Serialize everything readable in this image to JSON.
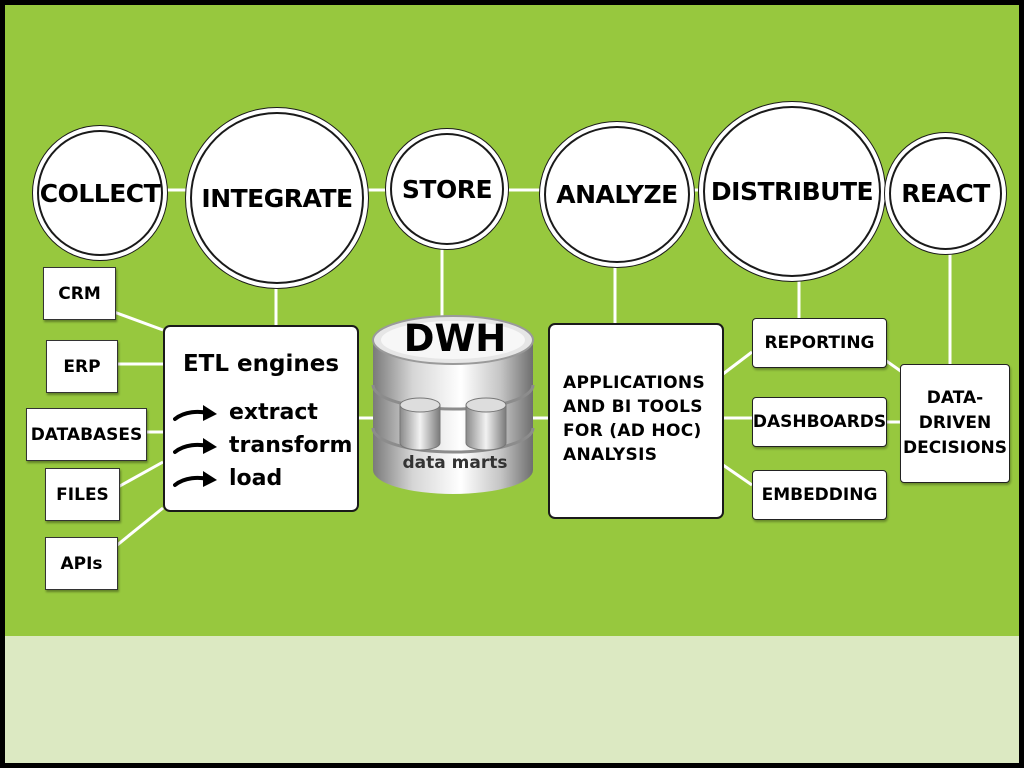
{
  "stages": [
    "COLLECT",
    "INTEGRATE",
    "STORE",
    "ANALYZE",
    "DISTRIBUTE",
    "REACT"
  ],
  "sources": [
    "CRM",
    "ERP",
    "DATABASES",
    "FILES",
    "APIs"
  ],
  "etl": {
    "title": "ETL engines",
    "steps": [
      "extract",
      "transform",
      "load"
    ]
  },
  "dwh": {
    "title": "DWH",
    "subtitle": "data marts"
  },
  "applications": [
    "APPLICATIONS",
    "AND BI TOOLS",
    "FOR (AD HOC)",
    "ANALYSIS"
  ],
  "distribution": [
    "REPORTING",
    "DASHBOARDS",
    "EMBEDDING"
  ],
  "outcome": [
    "DATA-",
    "DRIVEN",
    "DECISIONS"
  ],
  "colors": {
    "background": "#97c83e",
    "footer": "#dce9c2",
    "node": "#ffffff",
    "outline": "#1a1a1a"
  }
}
